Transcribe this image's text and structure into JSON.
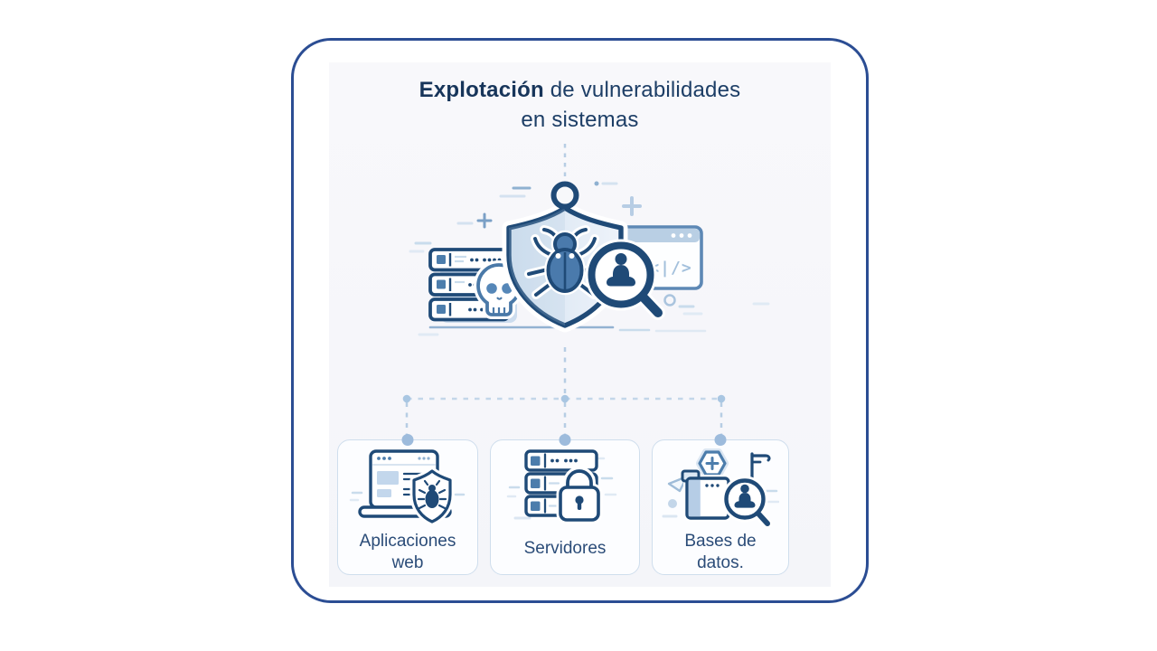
{
  "frame": {
    "border_color": "#2b4d93"
  },
  "title": {
    "bold": "Explotación",
    "rest": " de vulnerabilidades",
    "line2": "en sistemas"
  },
  "hero": {
    "code_glyph": "<|/>",
    "icons": [
      "server-rack-icon",
      "skull-icon",
      "shield-icon",
      "bug-icon",
      "magnifier-bug-icon",
      "code-window-icon"
    ]
  },
  "cards": [
    {
      "id": "web-apps",
      "label": "Aplicaciones web",
      "icon": "laptop-shield-bug-icon"
    },
    {
      "id": "servers",
      "label": "Servidores",
      "icon": "server-lock-icon"
    },
    {
      "id": "databases",
      "label": "Bases de datos.",
      "icon": "database-magnifier-icon"
    }
  ],
  "colors": {
    "navy": "#1f4a77",
    "steel": "#4c7dac",
    "light_steel": "#8fb1d1",
    "pale_blue": "#c9dcec",
    "shield_fill": "#dfe9f4",
    "inner_background": "#f7f7fa",
    "title_text": "#1d3e66",
    "label_text": "#2b4c78",
    "connector_dot": "#a9c6e2"
  }
}
